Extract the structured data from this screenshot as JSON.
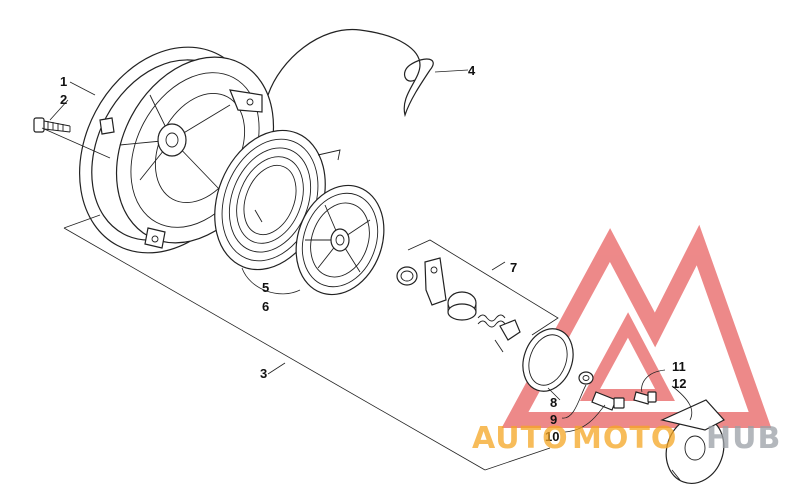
{
  "callouts": [
    {
      "id": "c1",
      "text": "1"
    },
    {
      "id": "c2",
      "text": "2"
    },
    {
      "id": "c3",
      "text": "3"
    },
    {
      "id": "c4",
      "text": "4"
    },
    {
      "id": "c5",
      "text": "5"
    },
    {
      "id": "c6",
      "text": "6"
    },
    {
      "id": "c7",
      "text": "7"
    },
    {
      "id": "c8",
      "text": "8"
    },
    {
      "id": "c9",
      "text": "9"
    },
    {
      "id": "c10",
      "text": "10"
    },
    {
      "id": "c11",
      "text": "11"
    },
    {
      "id": "c12",
      "text": "12"
    }
  ],
  "watermark": {
    "auto": "AUTO",
    "moto": "MOTO",
    "hub": "HUB",
    "colors": {
      "logo": "#e23b3b",
      "auto": "#f5a623",
      "moto": "#f5a623",
      "hub": "#9aa0a6"
    }
  }
}
